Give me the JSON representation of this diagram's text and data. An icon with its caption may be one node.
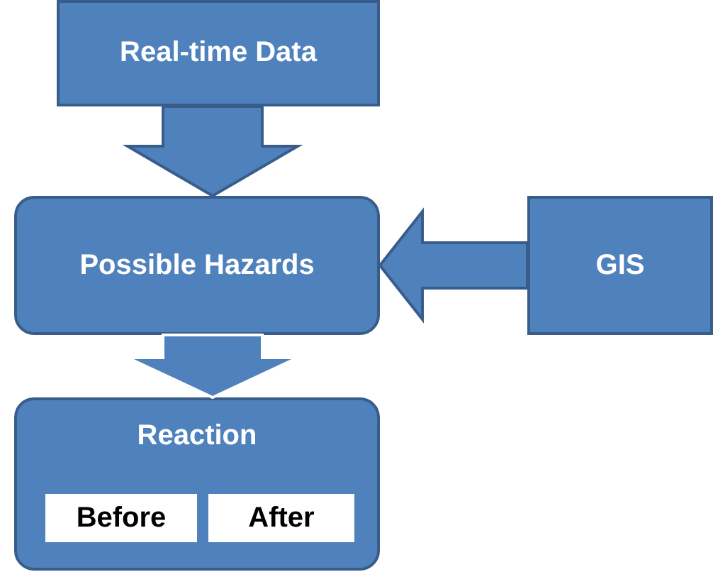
{
  "diagram": {
    "nodes": [
      {
        "text": [
          "Real-time Data"
        ]
      },
      {
        "text": [
          "Possible Hazards"
        ]
      },
      {
        "text": [
          "GIS"
        ]
      },
      {
        "text": [
          "Reaction"
        ]
      },
      {
        "text": [
          "Before"
        ],
        "in": 3
      },
      {
        "text": [
          "After"
        ],
        "in": 3
      }
    ],
    "edges": [
      {
        "from": 0,
        "to": 1,
        "arrow": "to"
      },
      {
        "from": 2,
        "to": 1,
        "arrow": "to"
      },
      {
        "from": 1,
        "to": 3,
        "arrow": "to"
      }
    ]
  }
}
